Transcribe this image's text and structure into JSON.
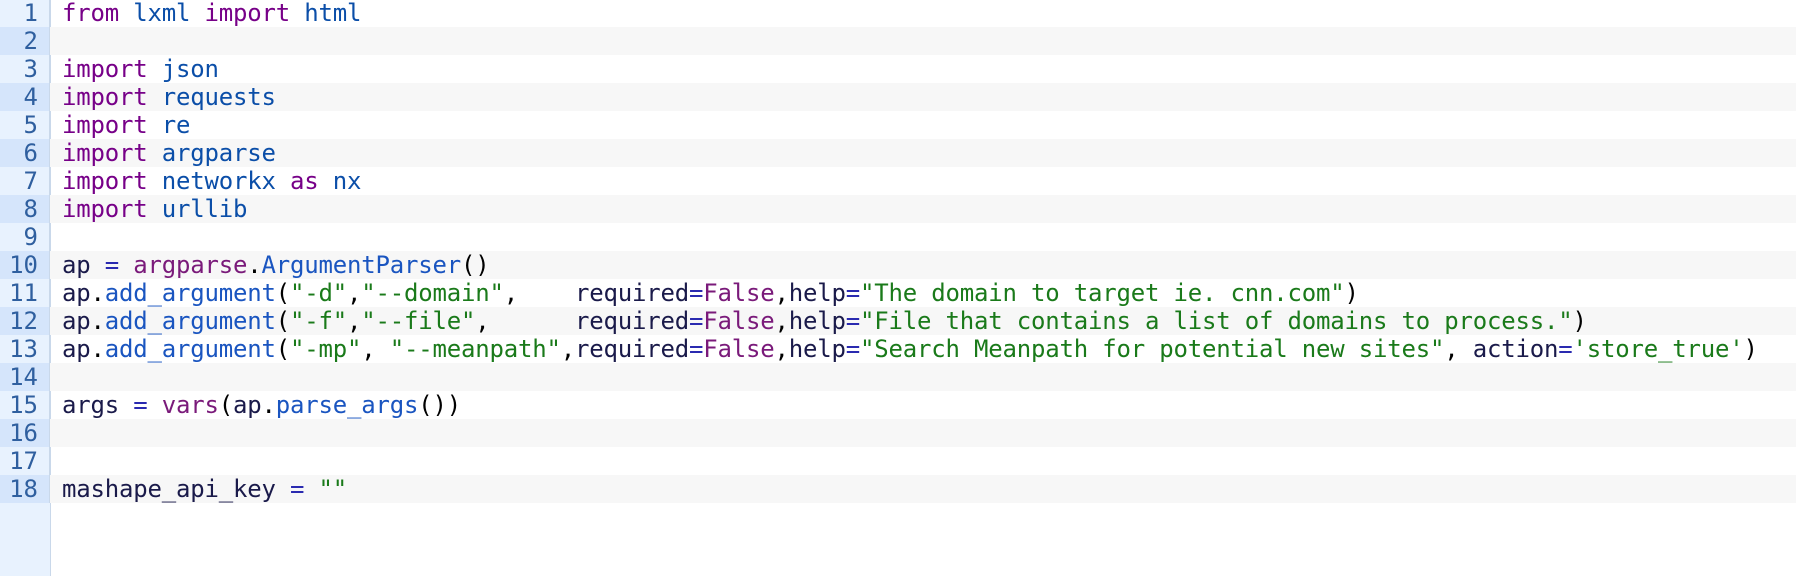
{
  "editor": {
    "lines": [
      {
        "n": "1",
        "tokens": [
          [
            "kw",
            "from"
          ],
          [
            "pl",
            " "
          ],
          [
            "def",
            "lxml"
          ],
          [
            "pl",
            " "
          ],
          [
            "kw",
            "import"
          ],
          [
            "pl",
            " "
          ],
          [
            "def",
            "html"
          ]
        ]
      },
      {
        "n": "2",
        "tokens": []
      },
      {
        "n": "3",
        "tokens": [
          [
            "kw",
            "import"
          ],
          [
            "pl",
            " "
          ],
          [
            "def",
            "json"
          ]
        ]
      },
      {
        "n": "4",
        "tokens": [
          [
            "kw",
            "import"
          ],
          [
            "pl",
            " "
          ],
          [
            "def",
            "requests"
          ]
        ]
      },
      {
        "n": "5",
        "tokens": [
          [
            "kw",
            "import"
          ],
          [
            "pl",
            " "
          ],
          [
            "def",
            "re"
          ]
        ]
      },
      {
        "n": "6",
        "tokens": [
          [
            "kw",
            "import"
          ],
          [
            "pl",
            " "
          ],
          [
            "def",
            "argparse"
          ]
        ]
      },
      {
        "n": "7",
        "tokens": [
          [
            "kw",
            "import"
          ],
          [
            "pl",
            " "
          ],
          [
            "def",
            "networkx"
          ],
          [
            "pl",
            " "
          ],
          [
            "kw",
            "as"
          ],
          [
            "pl",
            " "
          ],
          [
            "def",
            "nx"
          ]
        ]
      },
      {
        "n": "8",
        "tokens": [
          [
            "kw",
            "import"
          ],
          [
            "pl",
            " "
          ],
          [
            "def",
            "urllib"
          ]
        ]
      },
      {
        "n": "9",
        "tokens": []
      },
      {
        "n": "10",
        "tokens": [
          [
            "var",
            "ap"
          ],
          [
            "pl",
            " "
          ],
          [
            "op",
            "="
          ],
          [
            "pl",
            " "
          ],
          [
            "bi",
            "argparse"
          ],
          [
            "pl",
            "."
          ],
          [
            "call",
            "ArgumentParser"
          ],
          [
            "pl",
            "()"
          ]
        ]
      },
      {
        "n": "11",
        "tokens": [
          [
            "var",
            "ap"
          ],
          [
            "pl",
            "."
          ],
          [
            "call",
            "add_argument"
          ],
          [
            "pl",
            "("
          ],
          [
            "str",
            "\"-d\""
          ],
          [
            "pl",
            ","
          ],
          [
            "str",
            "\"--domain\""
          ],
          [
            "pl",
            ",    "
          ],
          [
            "var",
            "required"
          ],
          [
            "op",
            "="
          ],
          [
            "bi",
            "False"
          ],
          [
            "pl",
            ","
          ],
          [
            "var",
            "help"
          ],
          [
            "op",
            "="
          ],
          [
            "str",
            "\"The domain to target ie. cnn.com\""
          ],
          [
            "pl",
            ")"
          ]
        ]
      },
      {
        "n": "12",
        "tokens": [
          [
            "var",
            "ap"
          ],
          [
            "pl",
            "."
          ],
          [
            "call",
            "add_argument"
          ],
          [
            "pl",
            "("
          ],
          [
            "str",
            "\"-f\""
          ],
          [
            "pl",
            ","
          ],
          [
            "str",
            "\"--file\""
          ],
          [
            "pl",
            ",      "
          ],
          [
            "var",
            "required"
          ],
          [
            "op",
            "="
          ],
          [
            "bi",
            "False"
          ],
          [
            "pl",
            ","
          ],
          [
            "var",
            "help"
          ],
          [
            "op",
            "="
          ],
          [
            "str",
            "\"File that contains a list of domains to process.\""
          ],
          [
            "pl",
            ")"
          ]
        ]
      },
      {
        "n": "13",
        "tokens": [
          [
            "var",
            "ap"
          ],
          [
            "pl",
            "."
          ],
          [
            "call",
            "add_argument"
          ],
          [
            "pl",
            "("
          ],
          [
            "str",
            "\"-mp\""
          ],
          [
            "pl",
            ", "
          ],
          [
            "str",
            "\"--meanpath\""
          ],
          [
            "pl",
            ","
          ],
          [
            "var",
            "required"
          ],
          [
            "op",
            "="
          ],
          [
            "bi",
            "False"
          ],
          [
            "pl",
            ","
          ],
          [
            "var",
            "help"
          ],
          [
            "op",
            "="
          ],
          [
            "str",
            "\"Search Meanpath for potential new sites\""
          ],
          [
            "pl",
            ", "
          ],
          [
            "var",
            "action"
          ],
          [
            "op",
            "="
          ],
          [
            "str",
            "'store_true'"
          ],
          [
            "pl",
            ")"
          ]
        ]
      },
      {
        "n": "14",
        "tokens": []
      },
      {
        "n": "15",
        "tokens": [
          [
            "var",
            "args"
          ],
          [
            "pl",
            " "
          ],
          [
            "op",
            "="
          ],
          [
            "pl",
            " "
          ],
          [
            "bi",
            "vars"
          ],
          [
            "pl",
            "("
          ],
          [
            "var",
            "ap"
          ],
          [
            "pl",
            "."
          ],
          [
            "call",
            "parse_args"
          ],
          [
            "pl",
            "())"
          ]
        ]
      },
      {
        "n": "16",
        "tokens": []
      },
      {
        "n": "17",
        "tokens": []
      },
      {
        "n": "18",
        "tokens": [
          [
            "var",
            "mashape_api_key"
          ],
          [
            "pl",
            " "
          ],
          [
            "op",
            "="
          ],
          [
            "pl",
            " "
          ],
          [
            "str",
            "\"\""
          ]
        ]
      }
    ]
  }
}
